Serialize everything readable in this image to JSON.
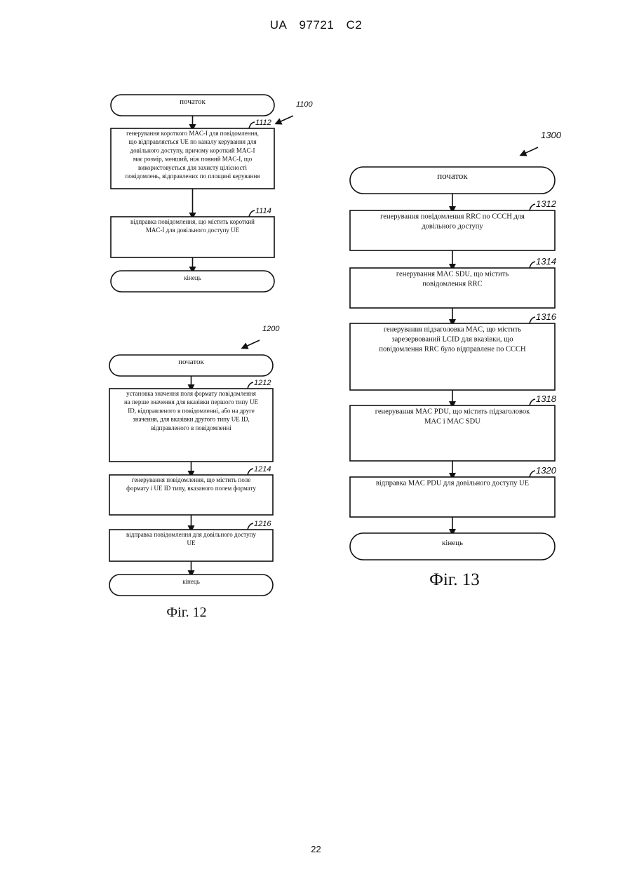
{
  "header": {
    "country": "UA",
    "number": "97721",
    "kind": "C2"
  },
  "page_number": "22",
  "fig11": {
    "ref": "1100",
    "start": "початок",
    "end": "кінець",
    "steps": [
      {
        "ref": "1112",
        "lines": [
          "генерування короткого MAC-I для повідомлення,",
          "що відправляється UE по каналу керування для",
          "довільного доступу, причому короткий MAC-I",
          "має розмір, менший, ніж повний MAC-I, що",
          "використовується для захисту цілісності",
          "повідомлень, відправлених по площині керування"
        ]
      },
      {
        "ref": "1114",
        "lines": [
          "відправка повідомлення, що містить короткий",
          "MAC-I для довільного доступу UE"
        ]
      }
    ]
  },
  "fig12": {
    "ref": "1200",
    "caption": "Фіг. 12",
    "start": "початок",
    "end": "кінець",
    "steps": [
      {
        "ref": "1212",
        "lines": [
          "установка значення поля формату повідомлення",
          "на перше значення для вказівки першого типу UE",
          "ID, відправленого в повідомленні, або на друге",
          "значення, для вказівки другого типу UE ID,",
          "відправленого в повідомленні"
        ]
      },
      {
        "ref": "1214",
        "lines": [
          "генерування повідомлення, що містить поле",
          "формату і UE ID типу, вказаного полем формату"
        ]
      },
      {
        "ref": "1216",
        "lines": [
          "відправка повідомлення для довільного доступу",
          "UE"
        ]
      }
    ]
  },
  "fig13": {
    "ref": "1300",
    "caption": "Фіг. 13",
    "start": "початок",
    "end": "кінець",
    "steps": [
      {
        "ref": "1312",
        "lines": [
          "генерування повідомлення RRC по CCCH для",
          "довільного доступу"
        ]
      },
      {
        "ref": "1314",
        "lines": [
          "генерування MAC SDU, що містить",
          "повідомлення RRC"
        ]
      },
      {
        "ref": "1316",
        "lines": [
          "генерування підзаголовка MAC, що містить",
          "зарезервований LCID для вказівки, що",
          "повідомлення RRC було відправлене по CCCH"
        ]
      },
      {
        "ref": "1318",
        "lines": [
          "генерування MAC PDU, що містить підзаголовок",
          "MAC і MAC SDU"
        ]
      },
      {
        "ref": "1320",
        "lines": [
          "відправка MAC PDU для довільного доступу UE"
        ]
      }
    ]
  }
}
